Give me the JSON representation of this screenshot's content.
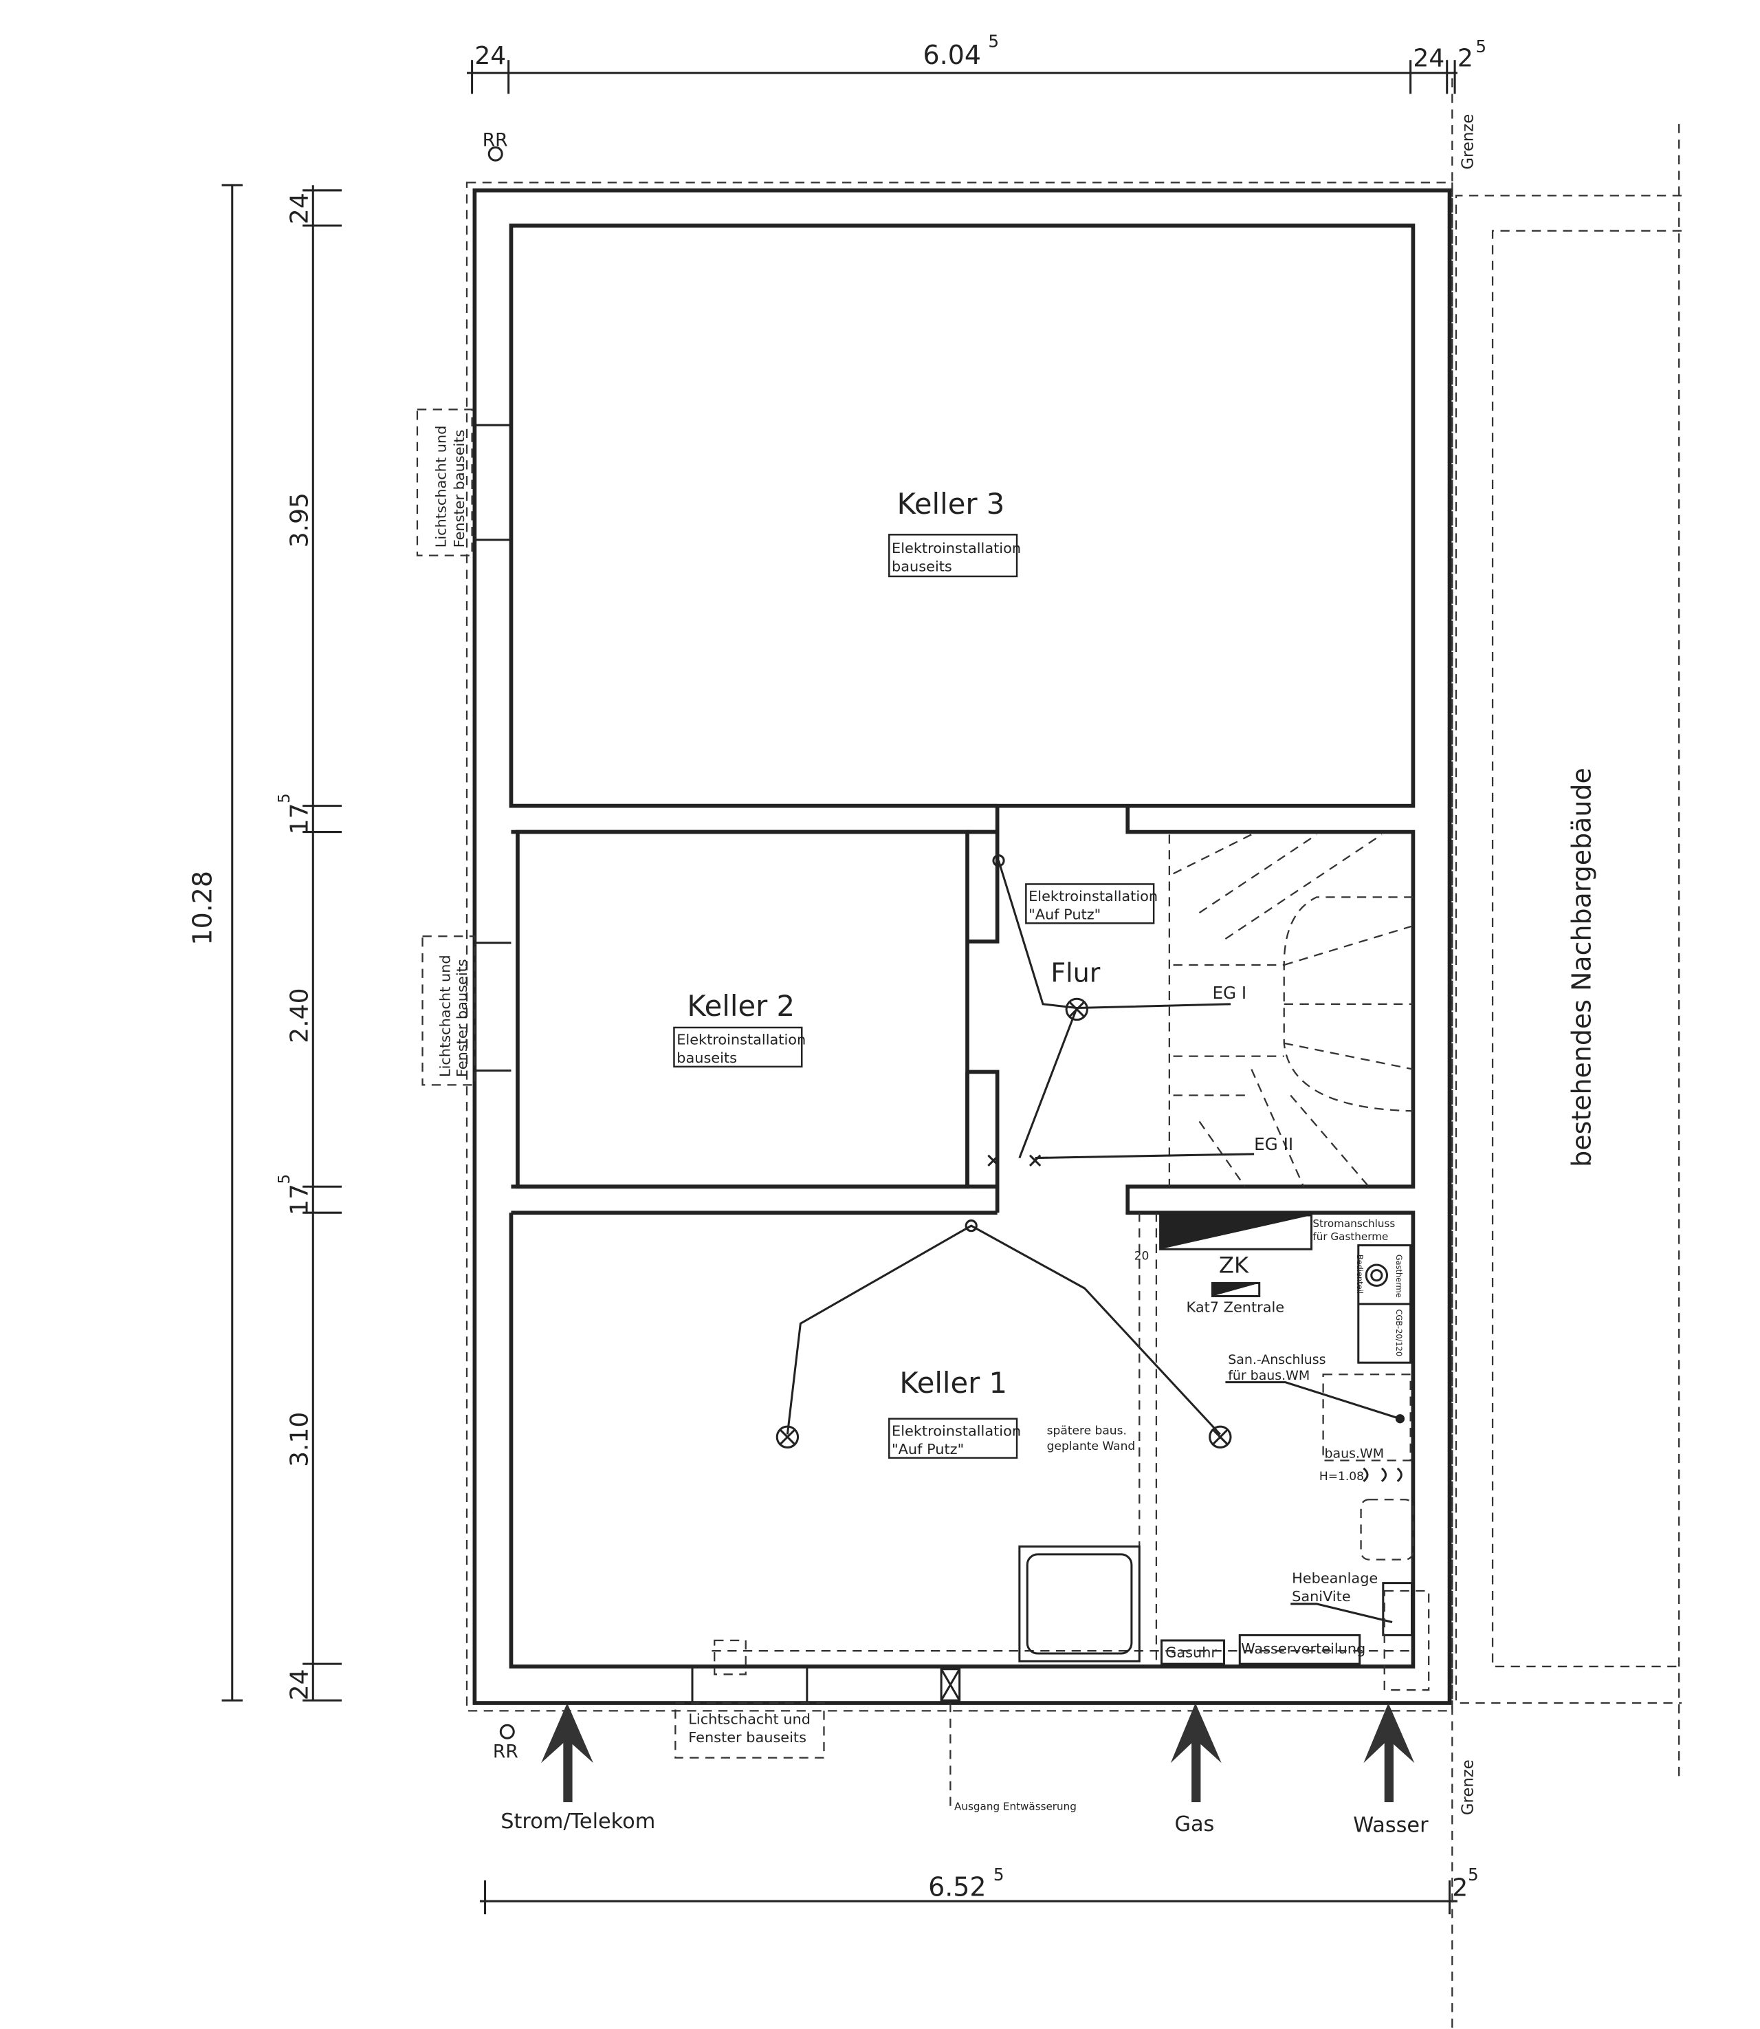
{
  "dimensions": {
    "top": {
      "left": "24",
      "total": "6.04",
      "total_sup": "5",
      "right": "24",
      "gap": "2",
      "gap_sup": "5"
    },
    "bottom": {
      "total": "6.52",
      "total_sup": "5",
      "gap": "2",
      "gap_sup": "5"
    },
    "left_total": "10.28",
    "left_segments": [
      {
        "value": "24"
      },
      {
        "value": "3.95"
      },
      {
        "value": "17",
        "sup": "5"
      },
      {
        "value": "2.40"
      },
      {
        "value": "17",
        "sup": "5"
      },
      {
        "value": "3.10"
      },
      {
        "value": "24"
      }
    ],
    "wall_20": "20"
  },
  "rooms": {
    "keller3": {
      "name": "Keller  3",
      "note1": "Elektroinstallation",
      "note2": "bauseits"
    },
    "keller2": {
      "name": "Keller  2",
      "note1": "Elektroinstallation",
      "note2": "bauseits"
    },
    "keller1": {
      "name": "Keller  1",
      "note1": "Elektroinstallation",
      "note2": "\"Auf Putz\""
    },
    "flur": {
      "name": "Flur",
      "note1": "Elektroinstallation",
      "note2": "\"Auf Putz\""
    }
  },
  "labels": {
    "lichtschacht_1a": "Lichtschacht  und",
    "lichtschacht_1b": "Fenster  bauseits",
    "lichtschacht_2a": "Lichtschacht  und",
    "lichtschacht_2b": "Fenster  bauseits",
    "lichtschacht_3a": "Lichtschacht  und",
    "lichtschacht_3b": "Fenster  bauseits",
    "rr_top": "RR",
    "rr_bottom": "RR",
    "grenze_top": "Grenze",
    "grenze_bottom": "Grenze",
    "neighbor": "bestehendes  Nachbargebäude",
    "eg1": "EG  I",
    "eg2": "EG  II",
    "zk": "ZK",
    "kat7": "Kat7  Zentrale",
    "stromanschluss1": "Stromanschluss",
    "stromanschluss2": "für  Gastherme",
    "gastherme": "Gastherme",
    "bedienteil": "Bedienteil",
    "cgb": "CGB-20/120",
    "san1": "San.-Anschluss",
    "san2": "für  baus.WM",
    "baus_wm": "baus.WM",
    "h108": "H=1.08",
    "hebe1": "Hebeanlage",
    "hebe2": "SaniVite",
    "gasuhr": "Gasuhr",
    "wasserverteilung": "Wasserverteilung",
    "spaetere1": "spätere  baus.",
    "spaetere2": "geplante  Wand",
    "ausgang": "Ausgang  Entwässerung"
  },
  "supply": {
    "strom": "Strom/Telekom",
    "gas": "Gas",
    "wasser": "Wasser"
  }
}
